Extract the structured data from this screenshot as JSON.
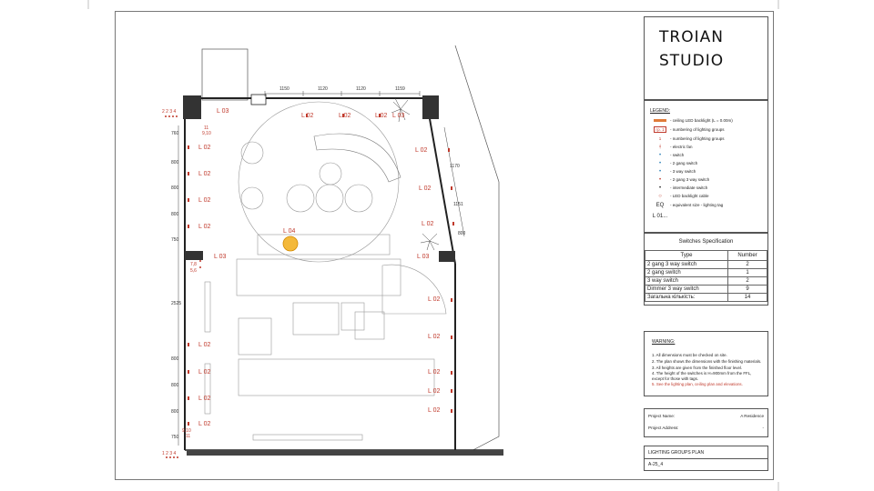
{
  "studio": {
    "line1": "TROIAN",
    "line2": "STUDIO"
  },
  "legend": {
    "title": "LEGEND:",
    "items": [
      {
        "icon": "led-strip-icon",
        "text": "- ceiling LED backlight (L = 0.00m)"
      },
      {
        "icon": "group-number-icon",
        "symbol": "гр. 1",
        "text": "- numbering of lighting groups"
      },
      {
        "icon": "group-bracket-icon",
        "symbol": "1",
        "text": "- numbering of lighting groups"
      },
      {
        "icon": "electric-fan-icon",
        "symbol": "ᚼ",
        "text": "- electric fan"
      },
      {
        "icon": "switch-icon",
        "symbol": "•",
        "text": "- switch"
      },
      {
        "icon": "two-gang-switch-icon",
        "symbol": "•",
        "text": "- 2 gang switch"
      },
      {
        "icon": "three-way-switch-icon",
        "symbol": "•",
        "text": "- 3 way switch"
      },
      {
        "icon": "two-gang-three-way-switch-icon",
        "symbol": "•",
        "text": "- 2 gang 3 way switch"
      },
      {
        "icon": "intermediate-switch-icon",
        "symbol": "•",
        "text": "- intermediate switch"
      },
      {
        "icon": "led-cable-icon",
        "symbol": "○",
        "text": "- LED backlight cable"
      },
      {
        "icon": "eq-icon",
        "symbol": "EQ",
        "text": "- equivalent size - lighting tag"
      },
      {
        "icon": "l01-icon",
        "symbol": "L 01...",
        "text": ""
      }
    ]
  },
  "spec": {
    "title": "Switches Specification",
    "col_type": "Type",
    "col_number": "Number",
    "rows": [
      {
        "type": "2 gang 3 way switch",
        "number": "2"
      },
      {
        "type": "2 gang switch",
        "number": "1"
      },
      {
        "type": "3 way switch",
        "number": "2"
      },
      {
        "type": "Dimmer 3 way switch",
        "number": "9"
      },
      {
        "type": "Загальна кількість:",
        "number": "14"
      }
    ]
  },
  "warning": {
    "title": "WARNING:",
    "lines": [
      "1. All dimensions must be checked on site.",
      "2. The plan shows the dimensions with the finishing materials.",
      "3. All heights are given from the finished floor level.",
      "4. The height of the switches is H=900mm from the FFL,",
      "except for those with tags."
    ],
    "note": "5. See the lighting plan, ceiling plan and elevations."
  },
  "project": {
    "name_label": "Project Name:",
    "name_value": "A Residence",
    "address_label": "Project Address:",
    "address_value": "-"
  },
  "sheet": {
    "title": "LIGHTING GROUPS PLAN",
    "code": "A-25_4"
  },
  "plan": {
    "top_dims": [
      "1150",
      "1120",
      "1120",
      "1159"
    ],
    "left_dims": [
      "760",
      "800",
      "800",
      "800",
      "750",
      "2525",
      "800",
      "800",
      "800",
      "750"
    ],
    "right_dims": [
      "1170",
      "1151",
      "800"
    ],
    "labels": {
      "l03_tl": "L 03",
      "l02_t1": "L 02",
      "l02_t2": "L 02",
      "l02_t3": "L 02",
      "l03_tr": "L 03",
      "l02_r1": "L 02",
      "l02_r2": "L 02",
      "l02_r3": "L 02",
      "l02_l1": "L 02",
      "l02_l2": "L 02",
      "l02_l3": "L 02",
      "l02_l4": "L 02",
      "l04": "L 04",
      "l03_ml": "L 03",
      "l03_mr": "L 03",
      "l02_rl1": "L 02",
      "l02_rl2": "L 02",
      "l02_rl3": "L 02",
      "l02_rl4": "L 02",
      "l02_rl5": "L 02",
      "l02_bl1": "L 02",
      "l02_bl2": "L 02",
      "l02_bl3": "L 02",
      "l02_bl4": "L 02"
    },
    "tags": {
      "tl_a": "2 2 3 4",
      "tl_b": "11",
      "tl_c": "9,10",
      "ml_a": "7,8",
      "ml_b": "5,6",
      "bl_a": "9,10",
      "bl_b": "11",
      "bl_c": "1 2 3 4"
    }
  }
}
